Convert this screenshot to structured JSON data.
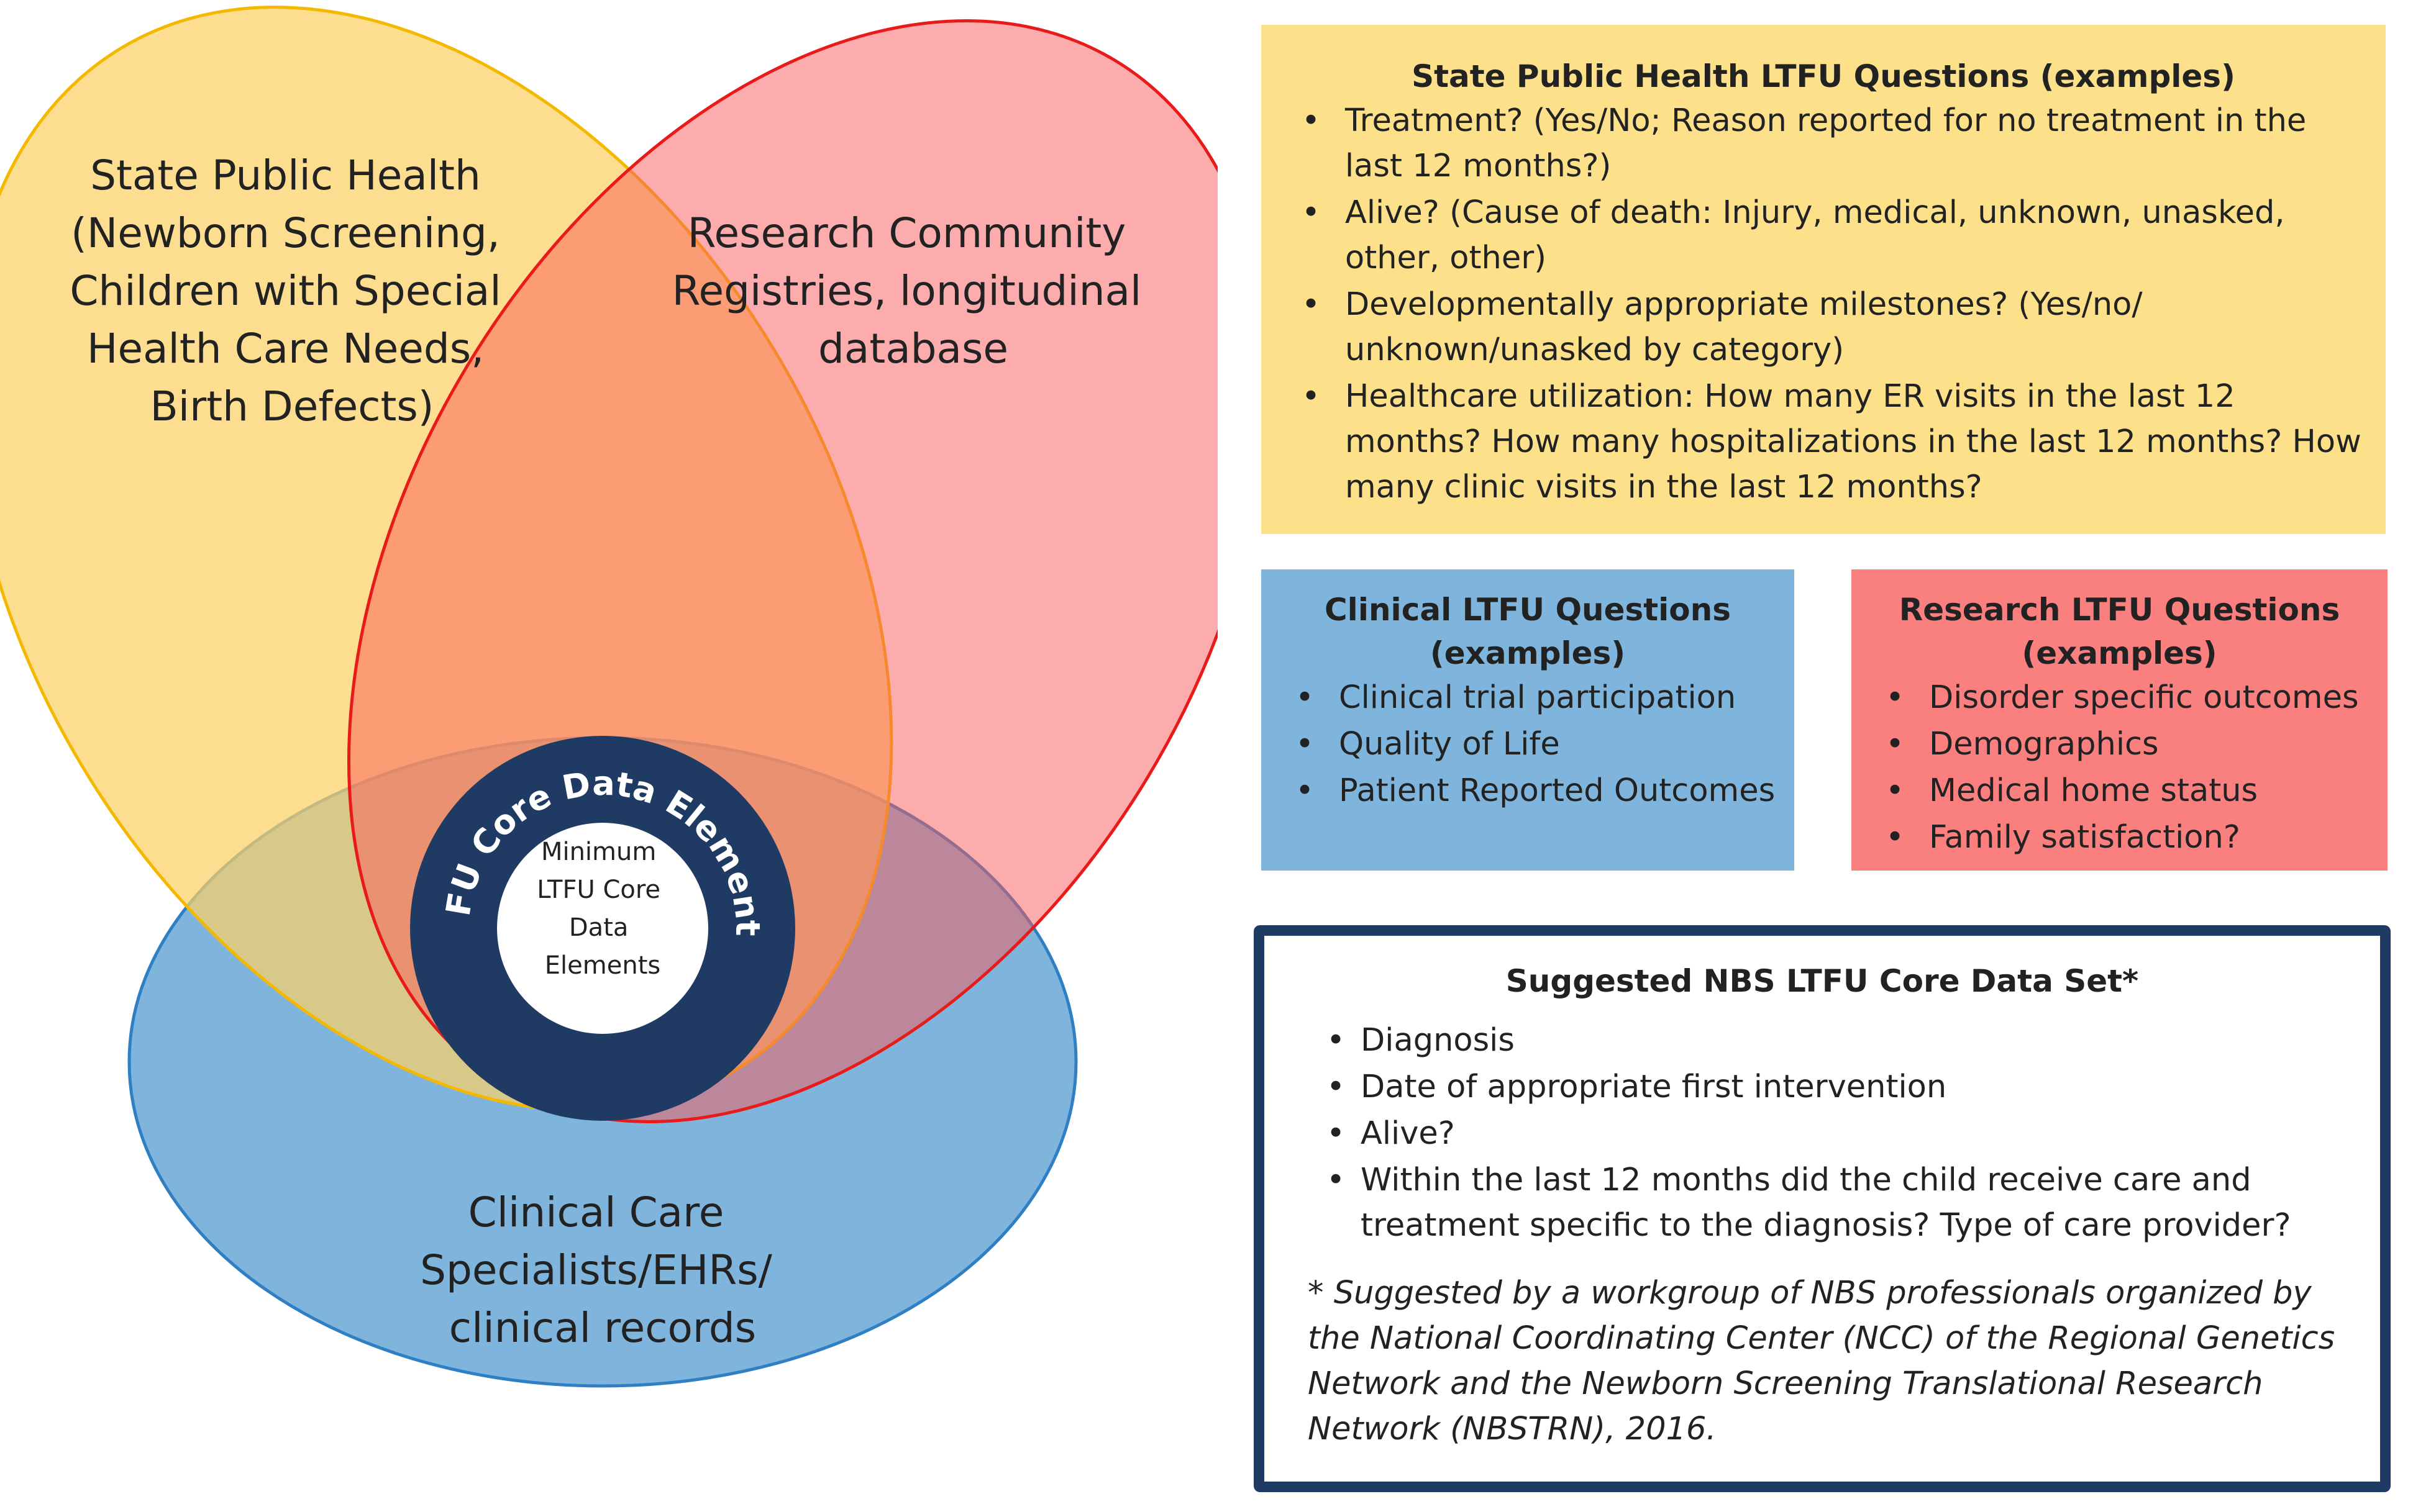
{
  "venn": {
    "state_label": [
      "State Public Health",
      "(Newborn Screening,",
      "Children with Special",
      "Health Care Needs,",
      "Birth Defects)"
    ],
    "research_label": [
      "Research Community",
      "Registries, longitudinal",
      "database"
    ],
    "clinical_label": [
      "Clinical Care",
      "Specialists/EHRs/",
      "clinical records"
    ],
    "core_ring_label": "LTFU Core Data Elements",
    "minimum_label": [
      "Minimum",
      "LTFU Core",
      "Data",
      "Elements"
    ],
    "colors": {
      "state": "#fcd166",
      "research": "#fa7a7a",
      "clinical": "#7fb5dd",
      "core": "#1f3b63"
    }
  },
  "state_panel": {
    "title": "State Public Health LTFU Questions (examples)",
    "items": [
      "Treatment? (Yes/No; Reason reported for no treatment in the last 12 months?)",
      "Alive? (Cause of death: Injury, medical, unknown, unasked, other, other)",
      "Developmentally appropriate milestones? (Yes/no/ unknown/unasked by category)",
      "Healthcare utilization: How many ER visits in the last 12 months? How many hospitalizations in the last 12 months? How many clinic visits in the last 12 months?"
    ]
  },
  "clinical_panel": {
    "title": "Clinical LTFU Questions (examples)",
    "items": [
      "Clinical trial participation",
      "Quality of Life",
      "Patient Reported Outcomes"
    ]
  },
  "research_panel": {
    "title": "Research LTFU Questions (examples)",
    "items": [
      "Disorder specific outcomes",
      "Demographics",
      "Medical home status",
      "Family satisfaction?"
    ]
  },
  "core_panel": {
    "title": "Suggested NBS LTFU Core Data Set*",
    "items": [
      "Diagnosis",
      "Date of appropriate first intervention",
      "Alive?",
      "Within the last 12 months did the child receive care and treatment specific to the diagnosis?  Type of care provider?"
    ],
    "footnote": "* Suggested by a workgroup of NBS professionals organized by the National Coordinating Center (NCC) of the Regional Genetics Network and the Newborn Screening Translational Research Network (NBSTRN), 2016."
  }
}
